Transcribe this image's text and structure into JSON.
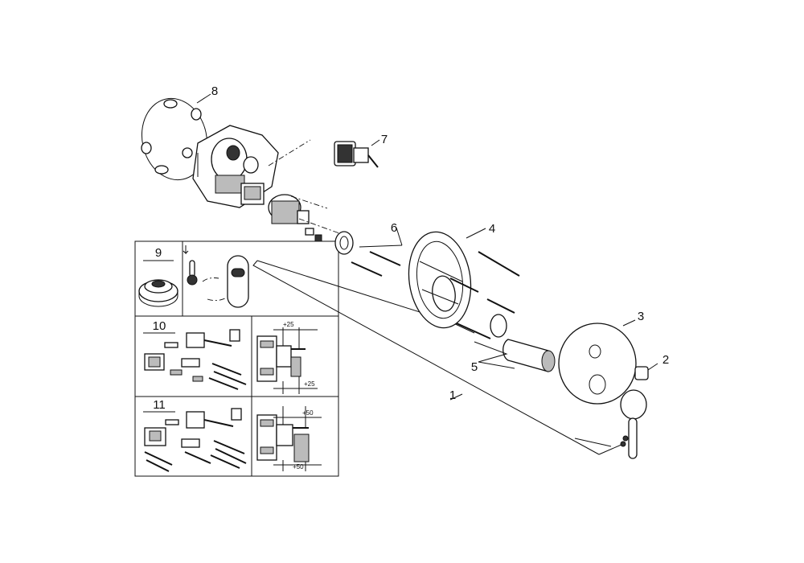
{
  "callouts": {
    "c1": "1",
    "c2": "2",
    "c3": "3",
    "c4": "4",
    "c5": "5",
    "c6": "6",
    "c7": "7",
    "c8": "8",
    "c9": "9",
    "c10": "10",
    "c11": "11"
  },
  "dimensions": {
    "d10_top": "+25",
    "d10_bottom": "+25",
    "d11_top": "+50",
    "d11_bottom": "+50"
  }
}
